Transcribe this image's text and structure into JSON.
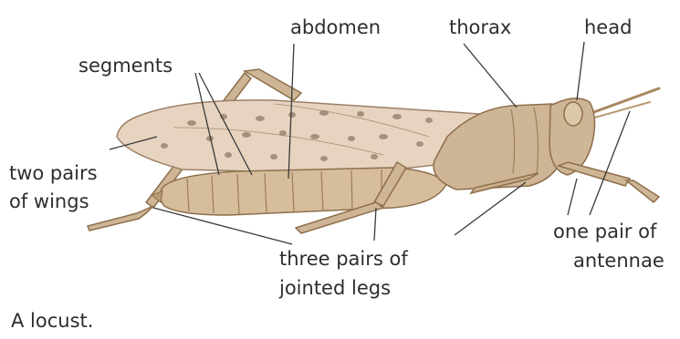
{
  "labels": {
    "abdomen": "abdomen",
    "thorax": "thorax",
    "head": "head",
    "segments": "segments",
    "wings_line1": "two pairs",
    "wings_line2": "of wings",
    "legs_line1": "three pairs of",
    "legs_line2": "jointed legs",
    "antennae_line1": "one pair of",
    "antennae_line2": "antennae"
  },
  "caption": "A locust.",
  "colors": {
    "body": "#cdb596",
    "body_dark": "#a8875f",
    "wing": "#e6d4c1",
    "wing_spot": "#8f7a66",
    "leader_line": "#3a3a3a",
    "text": "#2e2e2e"
  }
}
